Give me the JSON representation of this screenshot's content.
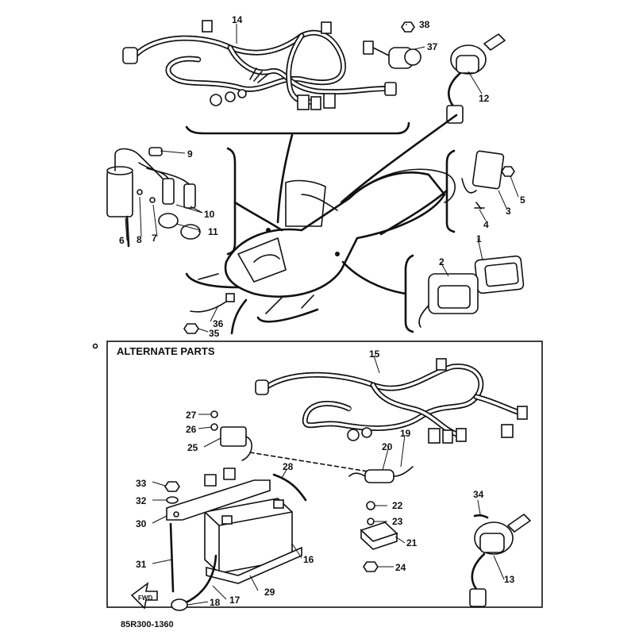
{
  "diagram": {
    "alternate_parts_label": "ALTERNATE PARTS",
    "drawing_code": "85R300-1360",
    "fwd_label": "FWD",
    "callouts": {
      "c1": "1",
      "c2": "2",
      "c3": "3",
      "c4": "4",
      "c5": "5",
      "c6": "6",
      "c7": "7",
      "c8": "8",
      "c9": "9",
      "c10": "10",
      "c11": "11",
      "c12": "12",
      "c13": "13",
      "c14": "14",
      "c15": "15",
      "c16": "16",
      "c17": "17",
      "c18": "18",
      "c19": "19",
      "c20": "20",
      "c21": "21",
      "c22": "22",
      "c23": "23",
      "c24": "24",
      "c25": "25",
      "c26": "26",
      "c27": "27",
      "c28": "28",
      "c29": "29",
      "c30": "30",
      "c31": "31",
      "c32": "32",
      "c33": "33",
      "c34": "34",
      "c35": "35",
      "c36": "36",
      "c37": "37",
      "c38": "38"
    }
  }
}
